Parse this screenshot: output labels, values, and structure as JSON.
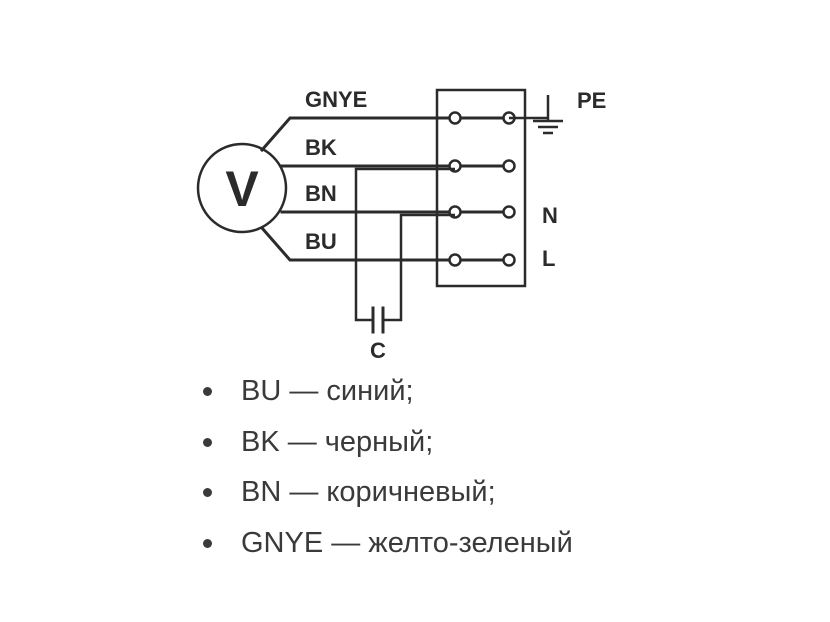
{
  "diagram": {
    "motor_label": "V",
    "wires": [
      "GNYE",
      "BK",
      "BN",
      "BU"
    ],
    "right_labels": [
      "PE",
      "N",
      "L"
    ],
    "capacitor_label": "C"
  },
  "legend": [
    "BU — синий;",
    "BK — черный;",
    "BN — коричневый;",
    "GNYE — желто-зеленый"
  ],
  "colors": {
    "line": "#2b2b2b",
    "text": "#3a3a3a",
    "background": "#ffffff"
  }
}
